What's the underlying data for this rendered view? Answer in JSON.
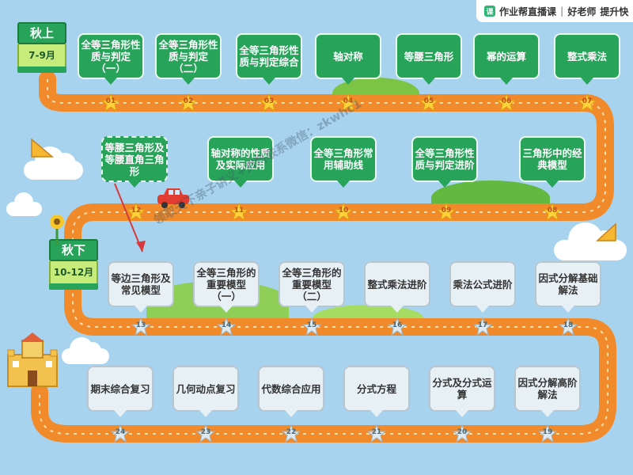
{
  "brand": {
    "logo_glyph": "课",
    "name": "作业帮直播课",
    "separator": "|",
    "teacher": "好老师",
    "slogan": "提升快"
  },
  "semesters": [
    {
      "label": "秋上",
      "range": "7-9月"
    },
    {
      "label": "秋下",
      "range": "10-12月"
    }
  ],
  "lessons": [
    {
      "num": "01",
      "title": "全等三角形性质与判定（一）",
      "status": "done"
    },
    {
      "num": "02",
      "title": "全等三角形性质与判定（二）",
      "status": "done"
    },
    {
      "num": "03",
      "title": "全等三角形性质与判定综合",
      "status": "done"
    },
    {
      "num": "04",
      "title": "轴对称",
      "status": "done"
    },
    {
      "num": "05",
      "title": "等腰三角形",
      "status": "done"
    },
    {
      "num": "06",
      "title": "幂的运算",
      "status": "done"
    },
    {
      "num": "07",
      "title": "整式乘法",
      "status": "done"
    },
    {
      "num": "08",
      "title": "三角形中的经典模型",
      "status": "done"
    },
    {
      "num": "09",
      "title": "全等三角形性质与判定进阶",
      "status": "done"
    },
    {
      "num": "10",
      "title": "全等三角形常用辅助线",
      "status": "done"
    },
    {
      "num": "11",
      "title": "轴对称的性质及实际应用",
      "status": "done"
    },
    {
      "num": "12",
      "title": "等腰三角形及等腰直角三角形",
      "status": "current"
    },
    {
      "num": "13",
      "title": "等边三角形及常见模型",
      "status": "upcoming"
    },
    {
      "num": "14",
      "title": "全等三角形的重要模型（一）",
      "status": "upcoming"
    },
    {
      "num": "15",
      "title": "全等三角形的重要模型（二）",
      "status": "upcoming"
    },
    {
      "num": "16",
      "title": "整式乘法进阶",
      "status": "upcoming"
    },
    {
      "num": "17",
      "title": "乘法公式进阶",
      "status": "upcoming"
    },
    {
      "num": "18",
      "title": "因式分解基础解法",
      "status": "upcoming"
    },
    {
      "num": "19",
      "title": "因式分解高阶解法",
      "status": "upcoming"
    },
    {
      "num": "20",
      "title": "分式及分式运算",
      "status": "upcoming"
    },
    {
      "num": "21",
      "title": "分式方程",
      "status": "upcoming"
    },
    {
      "num": "22",
      "title": "代数综合应用",
      "status": "upcoming"
    },
    {
      "num": "23",
      "title": "几何动点复习",
      "status": "upcoming"
    },
    {
      "num": "24",
      "title": "期末综合复习",
      "status": "upcoming"
    }
  ],
  "watermark": "领取天下亲子讲义+资料联系微信：zkwhc1",
  "colors": {
    "done": "#27a35a",
    "upcoming": "#e7f0f4",
    "road": "#f08a2a",
    "star_gold": "#ffd23d",
    "star_grey": "#dfeaf0",
    "arrow": "#d63a3a"
  }
}
